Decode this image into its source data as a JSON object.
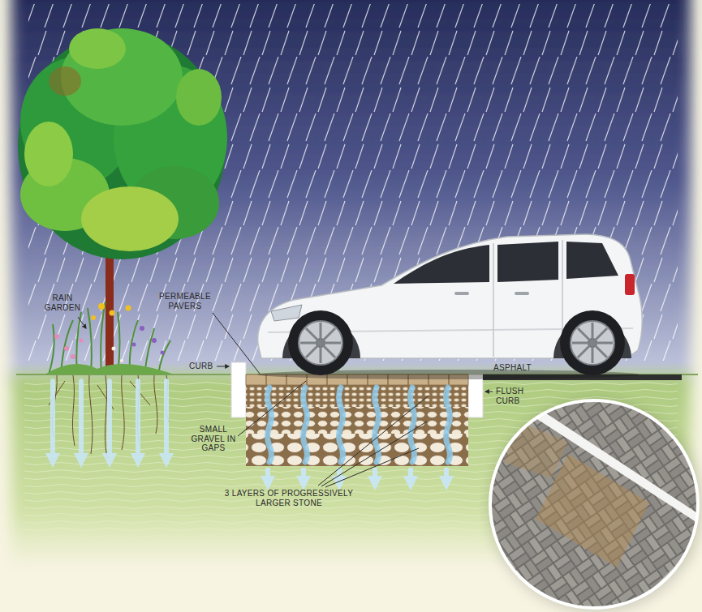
{
  "diagram": {
    "labels": [
      "RAIN GARDEN",
      "PERMEABLE PAVERS",
      "CURB",
      "ASPHALT",
      "FLUSH CURB",
      "SMALL GRAVEL IN GAPS",
      "3 LAYERS OF PROGRESSIVELY LARGER STONE"
    ]
  }
}
